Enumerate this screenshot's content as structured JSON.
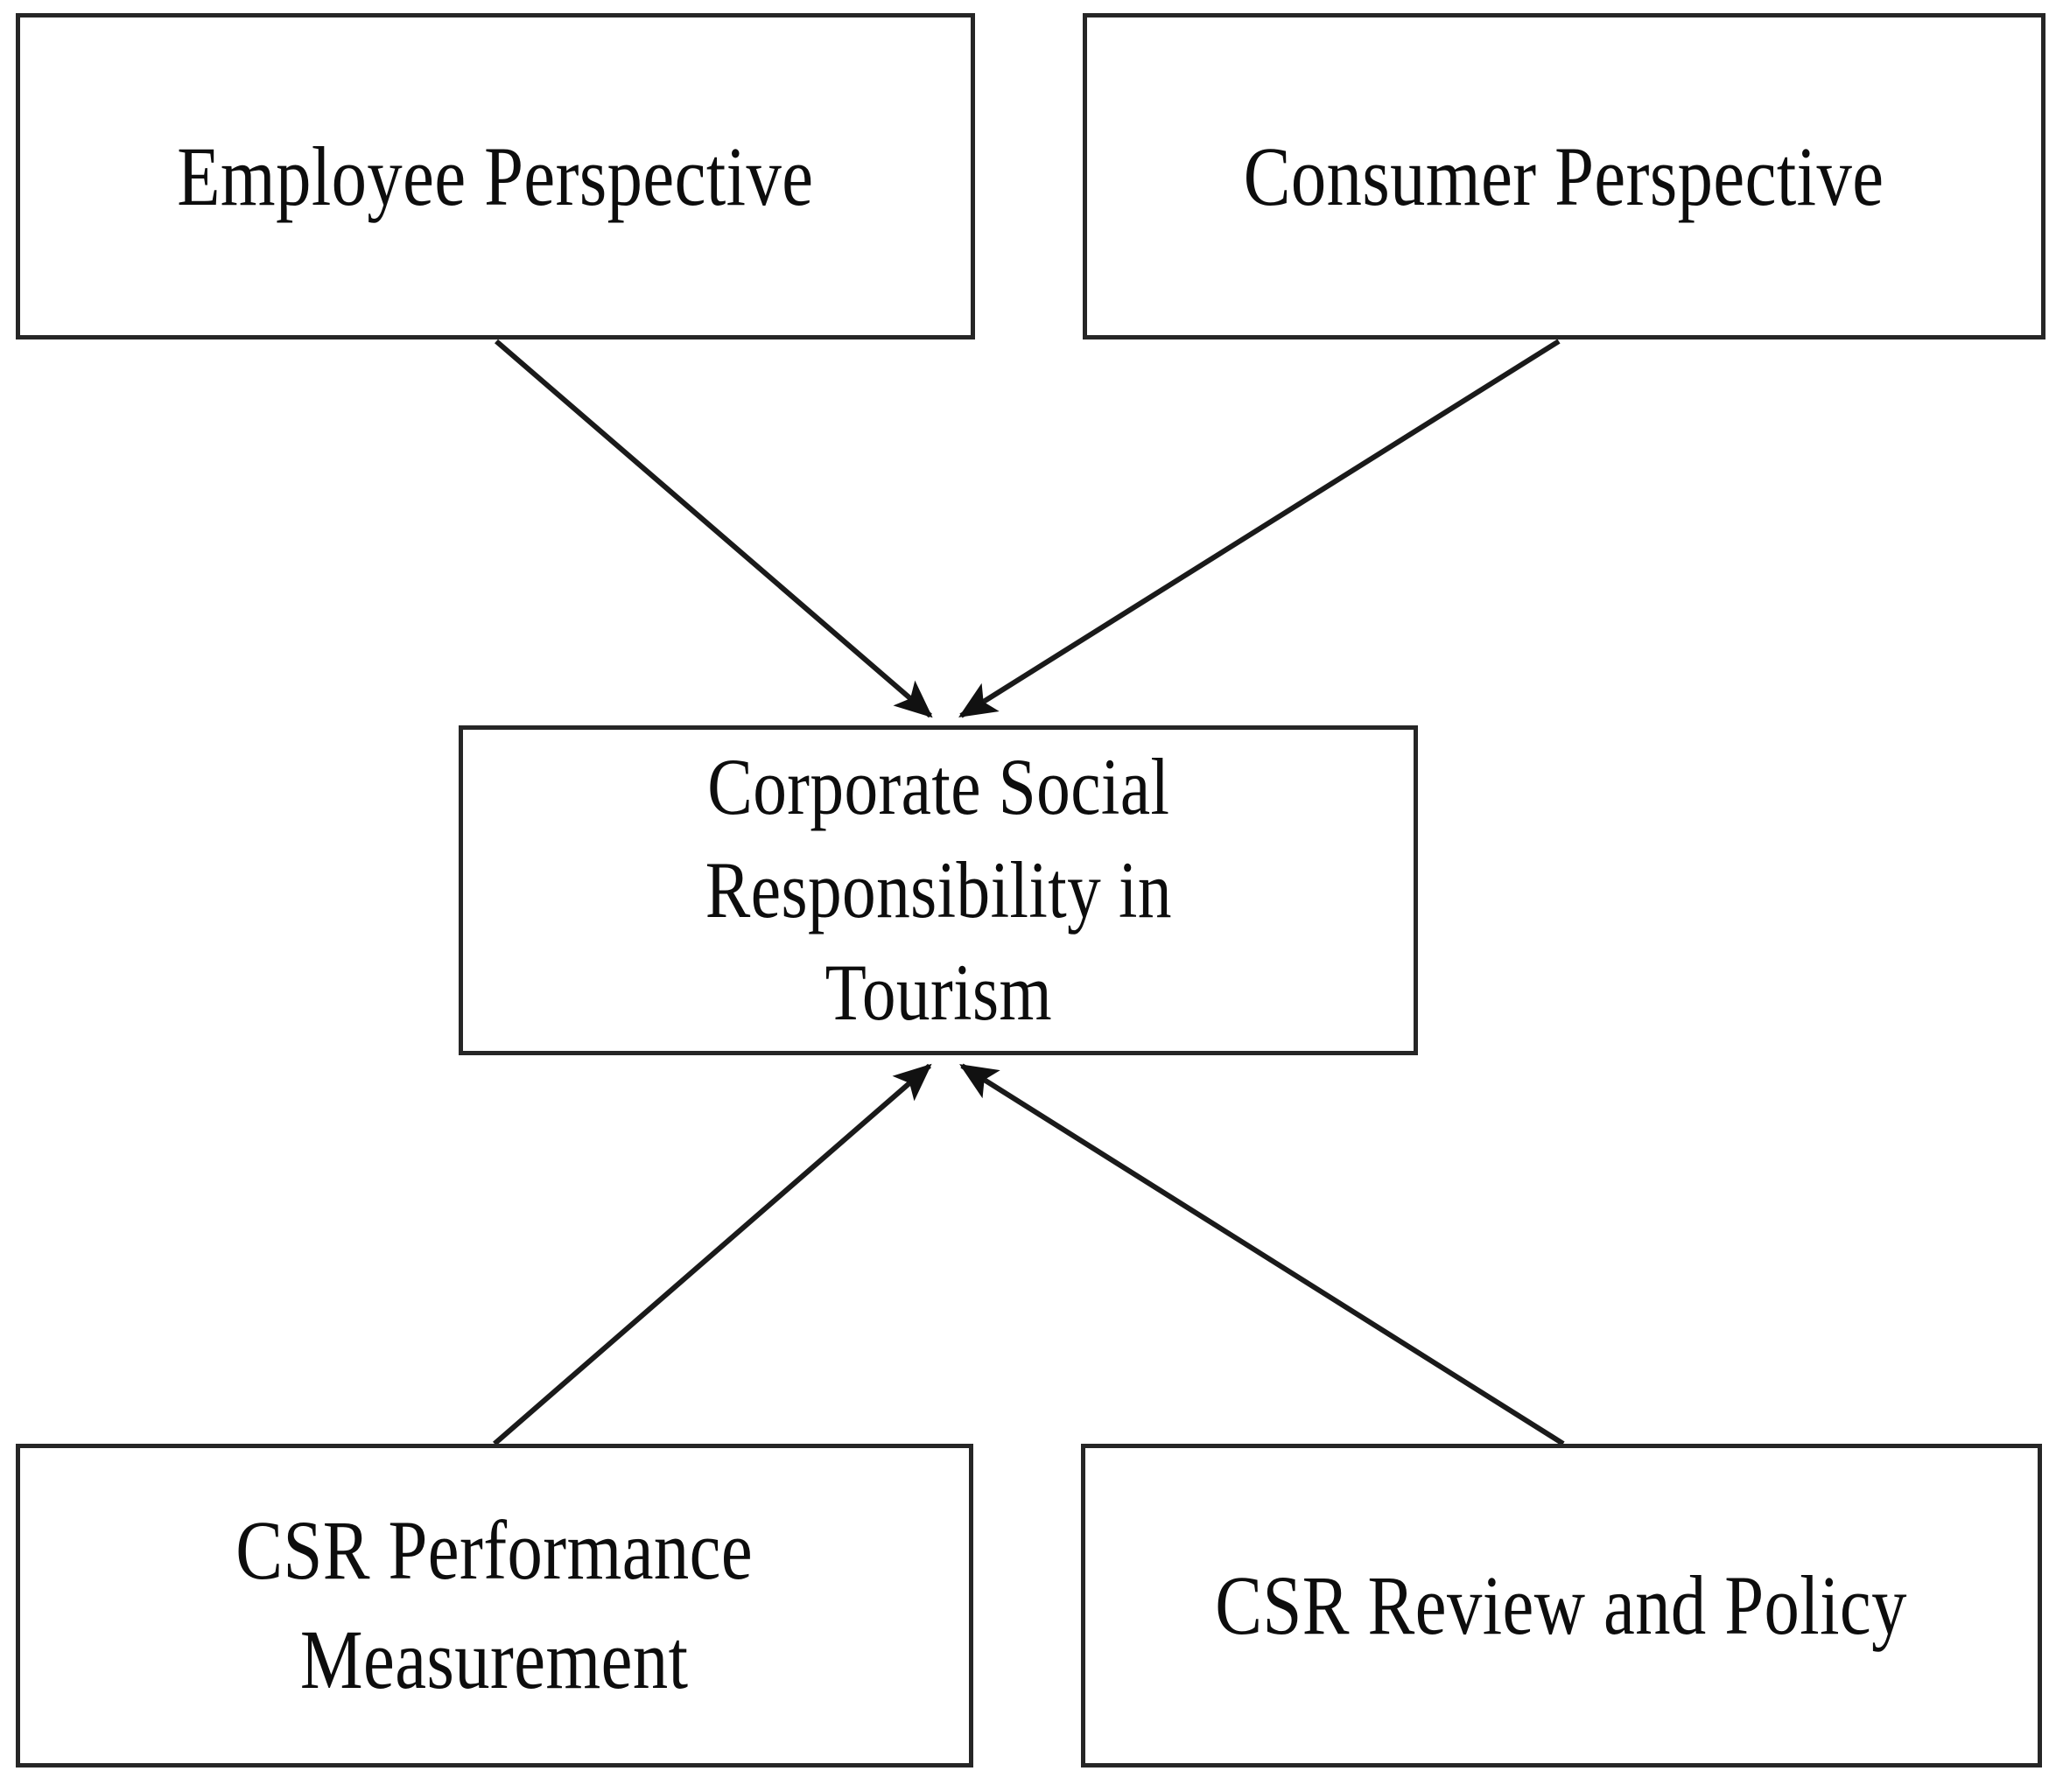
{
  "diagram": {
    "type": "concept-framework",
    "background_color": "#ffffff",
    "line_color": "#1a1a1a",
    "border_color": "#262626",
    "text_color": "#0d0d0d",
    "nodes": [
      {
        "id": "employee-perspective",
        "label": "Employee Perspective",
        "position": "top-left",
        "role": "source"
      },
      {
        "id": "consumer-perspective",
        "label": "Consumer Perspective",
        "position": "top-right",
        "role": "source"
      },
      {
        "id": "csr-tourism",
        "label": "Corporate Social\nResponsibility in\nTourism",
        "position": "center",
        "role": "target"
      },
      {
        "id": "csr-performance-measurement",
        "label": "CSR Performance\nMeasurement",
        "position": "bottom-left",
        "role": "source"
      },
      {
        "id": "csr-review-policy",
        "label": "CSR Review and Policy",
        "position": "bottom-right",
        "role": "source"
      }
    ],
    "edges": [
      {
        "id": "edge-employee-to-csr",
        "from": "employee-perspective",
        "to": "csr-tourism",
        "arrowhead": "to",
        "style": "solid"
      },
      {
        "id": "edge-consumer-to-csr",
        "from": "consumer-perspective",
        "to": "csr-tourism",
        "arrowhead": "to",
        "style": "solid"
      },
      {
        "id": "edge-performance-to-csr",
        "from": "csr-performance-measurement",
        "to": "csr-tourism",
        "arrowhead": "to",
        "style": "solid"
      },
      {
        "id": "edge-review-to-csr",
        "from": "csr-review-policy",
        "to": "csr-tourism",
        "arrowhead": "to",
        "style": "solid"
      }
    ]
  }
}
